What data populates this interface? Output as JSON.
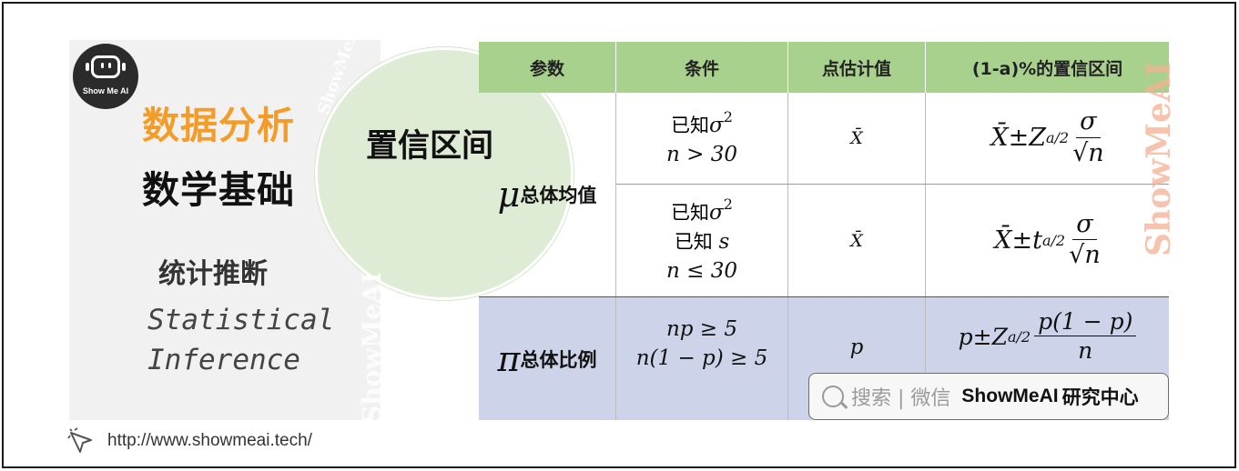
{
  "brand": {
    "logo_text": "Show Me AI",
    "watermark": "ShowMeAI"
  },
  "left": {
    "title_orange": "数据分析",
    "title_black": "数学基础",
    "subtitle": "统计推断",
    "english_line1": "Statistical",
    "english_line2": "Inference"
  },
  "circle_title": "置信区间",
  "table": {
    "headers": [
      "参数",
      "条件",
      "点估计值",
      "(1-a)%的置信区间"
    ],
    "mu": {
      "symbol": "μ",
      "label": "总体均值"
    },
    "pi": {
      "symbol": "π",
      "label": "总体比例"
    },
    "row1": {
      "cond_known": "已知",
      "cond_sigma": "σ",
      "cond_sigma_exp": "2",
      "cond_n": "n > 30",
      "point": "X̄",
      "f_xbar": "X̄",
      "f_pm": " ± ",
      "f_stat": "Z",
      "f_sub": "a/2",
      "f_num": "σ",
      "f_den": "√n"
    },
    "row2": {
      "cond_known": "已知",
      "cond_sigma": "σ",
      "cond_sigma_exp": "2",
      "cond_known_s": "已知 ",
      "cond_s": "s",
      "cond_n": "n ≤ 30",
      "point": "X̄",
      "f_xbar": "X̄",
      "f_pm": " ± ",
      "f_stat": "t",
      "f_sub": "a/2",
      "f_num": "σ",
      "f_den": "√n"
    },
    "row3": {
      "cond_1": "np ≥ 5",
      "cond_2": "n(1 − p) ≥ 5",
      "point": "p",
      "f_p": "p",
      "f_pm": " ± ",
      "f_stat": "Z",
      "f_sub": "a/2",
      "f_num": "p(1 − p)",
      "f_den": "n"
    }
  },
  "search": {
    "text": "搜索 | 微信",
    "brand": "ShowMeAI",
    "brand_cn": "研究中心"
  },
  "footer": {
    "url": "http://www.showmeai.tech/"
  },
  "colors": {
    "orange": "#f39c28",
    "header_green": "#a9d18e",
    "row_blue": "#cdd3e8",
    "circle_green": "#dfecd5"
  }
}
